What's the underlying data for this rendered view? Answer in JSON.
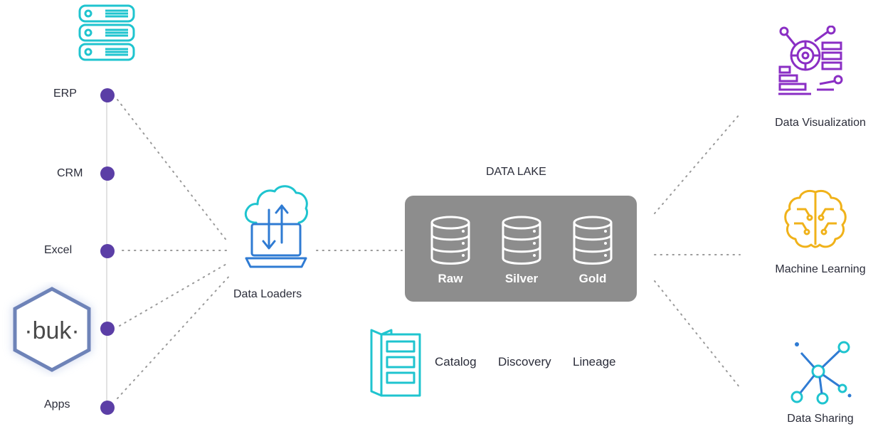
{
  "sources": [
    {
      "label": "ERP"
    },
    {
      "label": "CRM"
    },
    {
      "label": "Excel"
    },
    {
      "label": "buk",
      "logo": true
    },
    {
      "label": "Apps"
    }
  ],
  "loader": {
    "label": "Data Loaders"
  },
  "lake": {
    "title": "DATA LAKE",
    "tiers": [
      {
        "label": "Raw"
      },
      {
        "label": "Silver"
      },
      {
        "label": "Gold"
      }
    ]
  },
  "metadata": [
    {
      "label": "Catalog"
    },
    {
      "label": "Discovery"
    },
    {
      "label": "Lineage"
    }
  ],
  "destinations": [
    {
      "label": "Data Visualization"
    },
    {
      "label": "Machine Learning"
    },
    {
      "label": "Data Sharing"
    }
  ],
  "colors": {
    "dot": "#5b3ea6",
    "teal": "#1fc4cf",
    "blue": "#2f7bd3",
    "purple": "#8a2ec4",
    "orange": "#f0b21a",
    "lake": "#8d8d8d",
    "buk_border": "#6e83b8"
  },
  "icons": {
    "server": "server-stack-icon",
    "cloud": "cloud-upload-laptop-icon",
    "database": "database-icon",
    "documents": "documents-icon",
    "visualization": "data-visualization-icon",
    "brain": "machine-learning-brain-icon",
    "network": "data-sharing-network-icon"
  }
}
